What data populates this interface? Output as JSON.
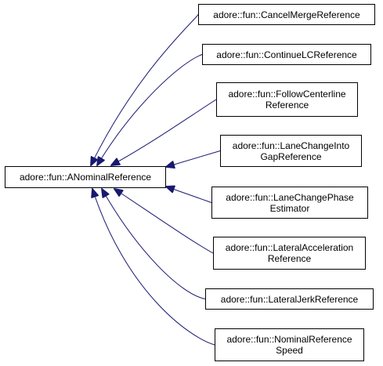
{
  "edge_color": "#191970",
  "base_class": {
    "lines": [
      "adore::fun::ANominalReference"
    ]
  },
  "derived_classes": [
    {
      "lines": [
        "adore::fun::CancelMergeReference"
      ]
    },
    {
      "lines": [
        "adore::fun::ContinueLCReference"
      ]
    },
    {
      "lines": [
        "adore::fun::FollowCenterline",
        "Reference"
      ]
    },
    {
      "lines": [
        "adore::fun::LaneChangeInto",
        "GapReference"
      ]
    },
    {
      "lines": [
        "adore::fun::LaneChangePhase",
        "Estimator"
      ]
    },
    {
      "lines": [
        "adore::fun::LateralAcceleration",
        "Reference"
      ]
    },
    {
      "lines": [
        "adore::fun::LateralJerkReference"
      ]
    },
    {
      "lines": [
        "adore::fun::NominalReference",
        "Speed"
      ]
    }
  ]
}
